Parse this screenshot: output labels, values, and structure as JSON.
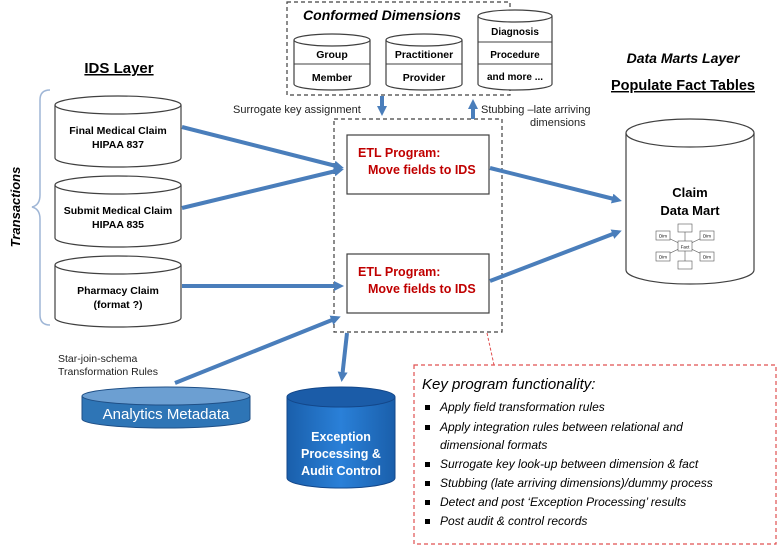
{
  "conformed_dimensions": {
    "title": "Conformed Dimensions",
    "dim1": [
      "Group",
      "Member"
    ],
    "dim2": [
      "Practitioner",
      "Provider"
    ],
    "dim3": [
      "Diagnosis",
      "Procedure",
      "and more ..."
    ]
  },
  "ids_layer": {
    "title": "IDS Layer",
    "side_label": "Transactions",
    "sources": [
      {
        "line1": "Final Medical  Claim",
        "line2": "HIPAA 837"
      },
      {
        "line1": "Submit Medical  Claim",
        "line2": "HIPAA 835"
      },
      {
        "line1": "Pharmacy Claim",
        "line2": "(format ?)"
      }
    ]
  },
  "etl": {
    "surrogate_label": "Surrogate key assignment",
    "stubbing_line1": "Stubbing –late arriving",
    "stubbing_line2": "dimensions",
    "programs": [
      {
        "title": "ETL Program:",
        "subtitle": "Move fields to IDS"
      },
      {
        "title": "ETL Program:",
        "subtitle": "Move fields to IDS"
      }
    ]
  },
  "data_marts": {
    "title": "Data Marts Layer",
    "subtitle": "Populate Fact Tables",
    "claim_line1": "Claim",
    "claim_line2": "Data Mart",
    "mini_fact": "Fact",
    "mini_dim": "Dim"
  },
  "metadata": {
    "rules_line1": "Star-join-schema",
    "rules_line2": "Transformation Rules",
    "label": "Analytics Metadata"
  },
  "exception": {
    "line1": "Exception",
    "line2": "Processing &",
    "line3": "Audit Control"
  },
  "key_functionality": {
    "title": "Key program functionality:",
    "items": [
      "Apply field transformation rules",
      "Apply integration rules between relational and",
      "dimensional formats",
      "Surrogate key look-up between dimension & fact",
      "Stubbing (late arriving dimensions)/dummy process",
      "Detect and post ‘Exception Processing’ results",
      "Post audit & control records"
    ]
  },
  "colors": {
    "arrow": "#4a7ebb",
    "etl_text": "#c00000",
    "exception_fill": "#1f6fc5",
    "metadata_fill": "#2e75b6",
    "dashed_red": "#e05050"
  }
}
